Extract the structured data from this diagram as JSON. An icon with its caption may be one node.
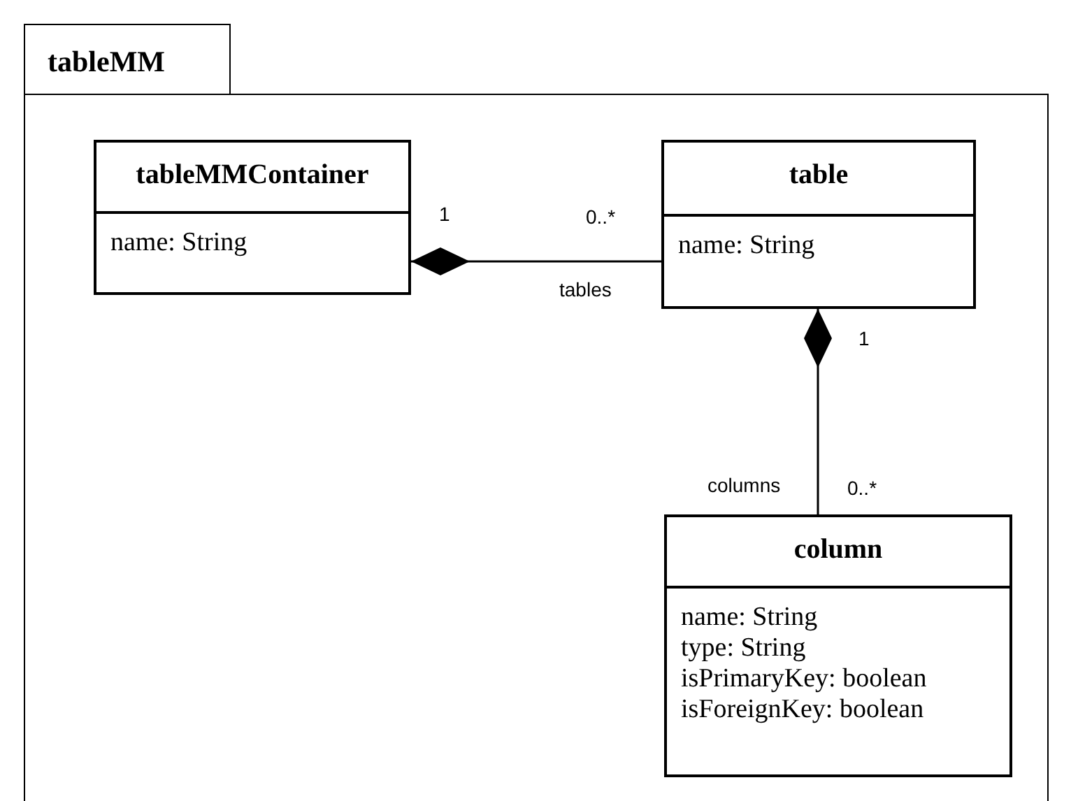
{
  "diagram": {
    "nodes": [
      {
        "text": [
          "tableMM"
        ]
      },
      {
        "text": [
          "tableMMContainer",
          "name: String"
        ],
        "in": 0
      },
      {
        "text": [
          "table",
          "name: String"
        ],
        "in": 0
      },
      {
        "text": [
          "column",
          "name: String",
          "type: String",
          "isPrimaryKey: boolean",
          "isForeignKey: boolean"
        ],
        "in": 0
      }
    ],
    "edges": [
      {
        "from": 1,
        "to": 2,
        "arrow": "other",
        "label": "tables"
      },
      {
        "from": 2,
        "to": 3,
        "arrow": "other",
        "label": "columns"
      }
    ],
    "labels": [
      "1",
      "0..*",
      "1",
      "0..*"
    ]
  }
}
